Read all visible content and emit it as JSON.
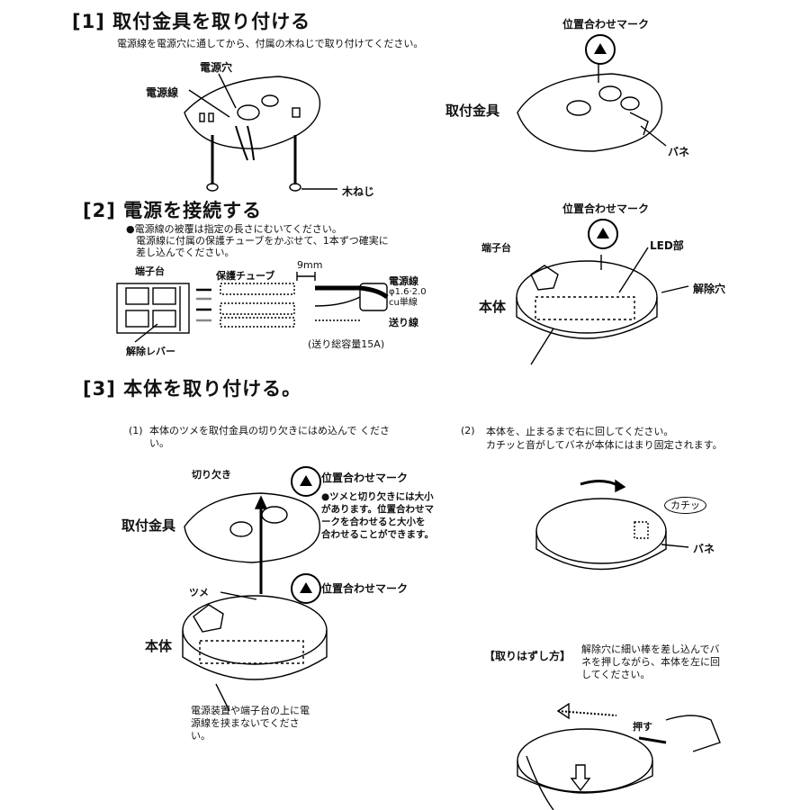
{
  "step1": {
    "heading": "[1] 取付金具を取り付ける",
    "desc": "電源線を電源穴に通してから、付属の木ねじで取り付けてください。",
    "label_power_hole": "電源穴",
    "label_power_wire": "電源線",
    "label_wood_screw": "木ねじ",
    "label_align_mark": "位置合わせマーク",
    "label_bracket": "取付金具",
    "label_spring": "バネ"
  },
  "step2": {
    "heading": "[2] 電源を接続する",
    "bullet_lines": [
      "●電源線の被覆は指定の長さにむいてください。",
      "電源線に付属の保護チューブをかぶせて、1本ずつ確実に",
      "差し込んでください。"
    ],
    "label_terminal": "端子台",
    "label_tube": "保護チューブ",
    "label_9mm": "9mm",
    "label_power_wire": "電源線",
    "label_wire_spec1": "φ1.6·2.0",
    "label_wire_spec2": "cu単線",
    "label_feed_wire": "送り線",
    "label_release_lever": "解除レバー",
    "label_capacity": "(送り総容量15A)",
    "label_align_mark": "位置合わせマーク",
    "label_terminal_r": "端子台",
    "label_led": "LED部",
    "label_release_hole": "解除穴",
    "label_body": "本体"
  },
  "step3": {
    "heading": "[3] 本体を取り付ける。",
    "sub1_num": "(1)",
    "sub1_text": "本体のツメを取付金具の切り欠きにはめ込んで ください。",
    "label_notch": "切り欠き",
    "label_align_mark_top": "位置合わせマーク",
    "note_size": "●ツメと切り欠きには大小があります。位置合わせマークを合わせると大小を合わせることができます。",
    "label_bracket": "取付金具",
    "label_tab": "ツメ",
    "label_align_mark_mid": "位置合わせマーク",
    "label_body": "本体",
    "caution": "電源装置や端子台の上に電源線を挟まないでください。",
    "sub2_num": "(2)",
    "sub2_line1": "本体を、止まるまで右に回してください。",
    "sub2_line2": "カチッと音がしてバネが本体にはまり固定されます。",
    "label_click": "カチッ",
    "label_spring": "バネ",
    "removal_title": "【取りはずし方】",
    "removal_text": "解除穴に細い棒を差し込んでバネを押しながら、本体を左に回してください。",
    "label_push": "押す"
  }
}
